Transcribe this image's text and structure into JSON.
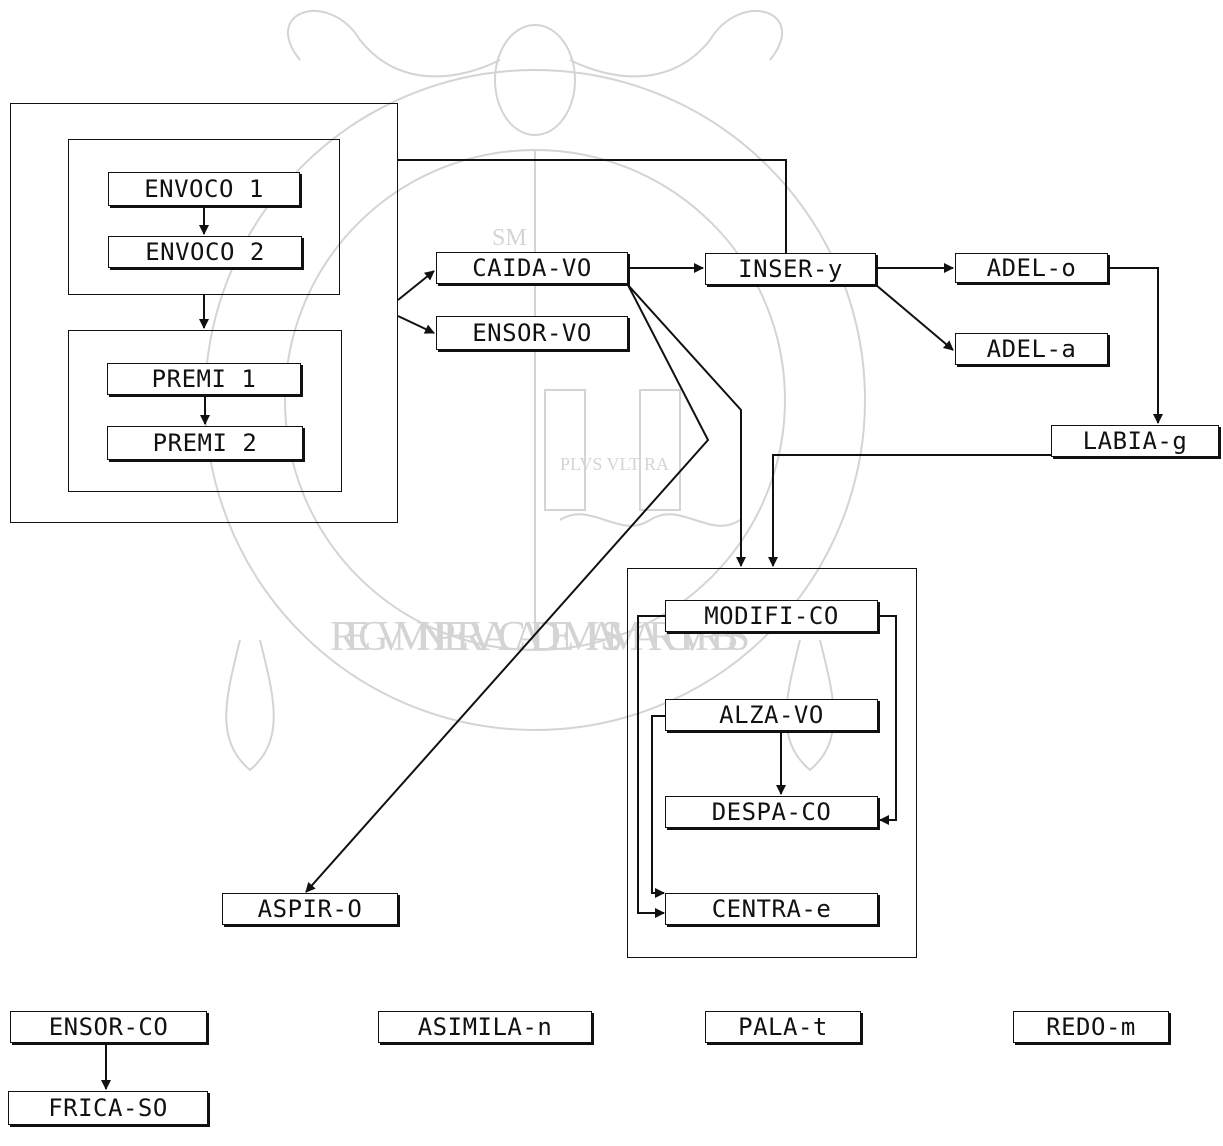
{
  "nodes": {
    "envoco1": "ENVOCO 1",
    "envoco2": "ENVOCO 2",
    "premi1": "PREMI 1",
    "premi2": "PREMI 2",
    "caida_vo": "CAIDA-VO",
    "ensor_vo": "ENSOR-VO",
    "inser_y": "INSER-y",
    "adel_o": "ADEL-o",
    "adel_a": "ADEL-a",
    "labia_g": "LABIA-g",
    "modifi_co": "MODIFI-CO",
    "alza_vo": "ALZA-VO",
    "despa_co": "DESPA-CO",
    "centra_e": "CENTRA-e",
    "aspir_o": "ASPIR-O",
    "ensor_co": "ENSOR-CO",
    "frica_so": "FRICA-SO",
    "asimila_n": "ASIMILA-n",
    "pala_t": "PALA-t",
    "redo_m": "REDO-m"
  },
  "watermark": {
    "ring_text": "REGVM IN PERV ACADEMIA S. MARCI VRBIS",
    "ribbon_text": "PLVS VLT RA",
    "monogram": "SM"
  },
  "colors": {
    "ink": "#111111",
    "watermark": "#d4d4d4"
  }
}
